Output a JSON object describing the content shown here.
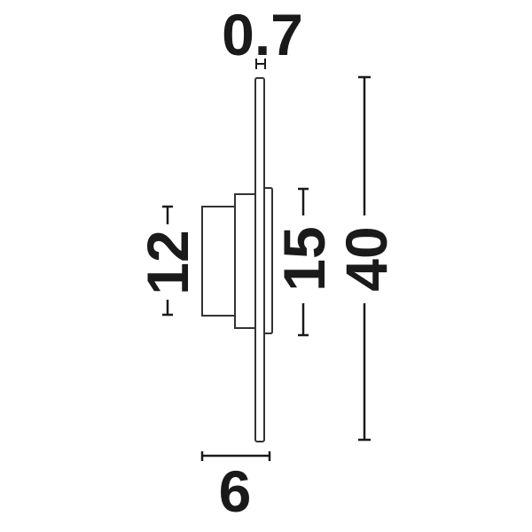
{
  "drawing": {
    "type": "product dimension drawing (side view)",
    "unit": "cm",
    "line_color": "#1a1a1a",
    "background": "#ffffff"
  },
  "dimensions": {
    "plate_thickness": {
      "label": "0.7",
      "position": "top"
    },
    "base_height": {
      "label": "12",
      "position": "left",
      "orientation": "vertical"
    },
    "mount_height": {
      "label": "15",
      "position": "right-inner",
      "orientation": "vertical"
    },
    "total_height": {
      "label": "40",
      "position": "right-outer",
      "orientation": "vertical"
    },
    "total_depth": {
      "label": "6",
      "position": "bottom"
    }
  }
}
